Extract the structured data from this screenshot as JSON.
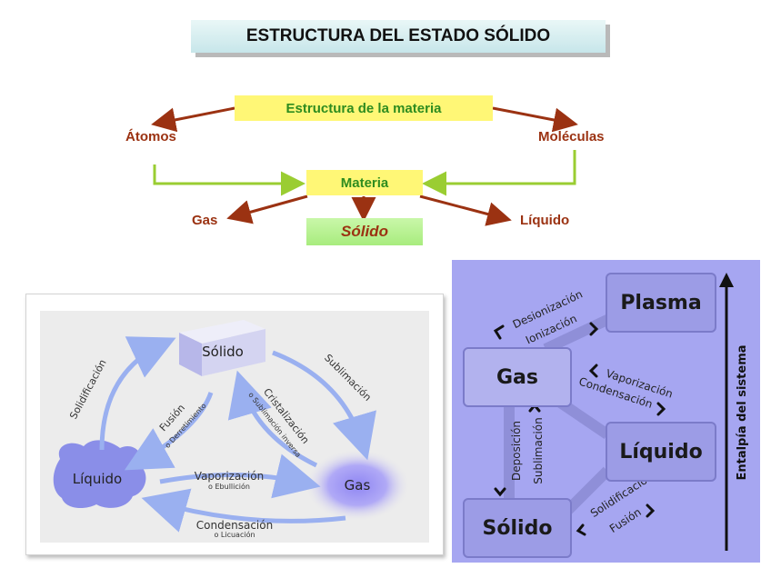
{
  "title": "ESTRUCTURA DEL ESTADO SÓLIDO",
  "flow": {
    "structure": "Estructura de la materia",
    "atoms": "Átomos",
    "molecules": "Moléculas",
    "matter": "Materia",
    "gas": "Gas",
    "liquid": "Líquido",
    "solid": "Sólido"
  },
  "cycle": {
    "solid": "Sólido",
    "liquid": "Líquido",
    "gas": "Gas",
    "solidificacion": "Solidificación",
    "sublimacion": "Sublimación",
    "fusion": "Fusión",
    "fusion_sub": "o Derretimiento",
    "cristalizacion": "Cristalización",
    "cristalizacion_sub": "o Sublimación inversa",
    "vaporizacion": "Vaporización",
    "vaporizacion_sub": "o Ebullición",
    "condensacion": "Condensación",
    "condensacion_sub": "o Licuación"
  },
  "enthalpy": {
    "plasma": "Plasma",
    "gas": "Gas",
    "liquido": "Líquido",
    "solido": "Sólido",
    "desionizacion": "Desionización",
    "ionizacion": "Ionización",
    "vaporizacion": "Vaporización",
    "condensacion": "Condensación",
    "deposicion": "Deposición",
    "sublimacion": "Sublimación",
    "solidificacion": "Solidificación",
    "fusion": "Fusión",
    "axis": "Entalpía del sistema"
  },
  "colors": {
    "brown_arrow": "#9b3212",
    "green_arrow": "#9acd32",
    "yellow_box": "#fff776",
    "right_bg": "#a6a6f1"
  }
}
